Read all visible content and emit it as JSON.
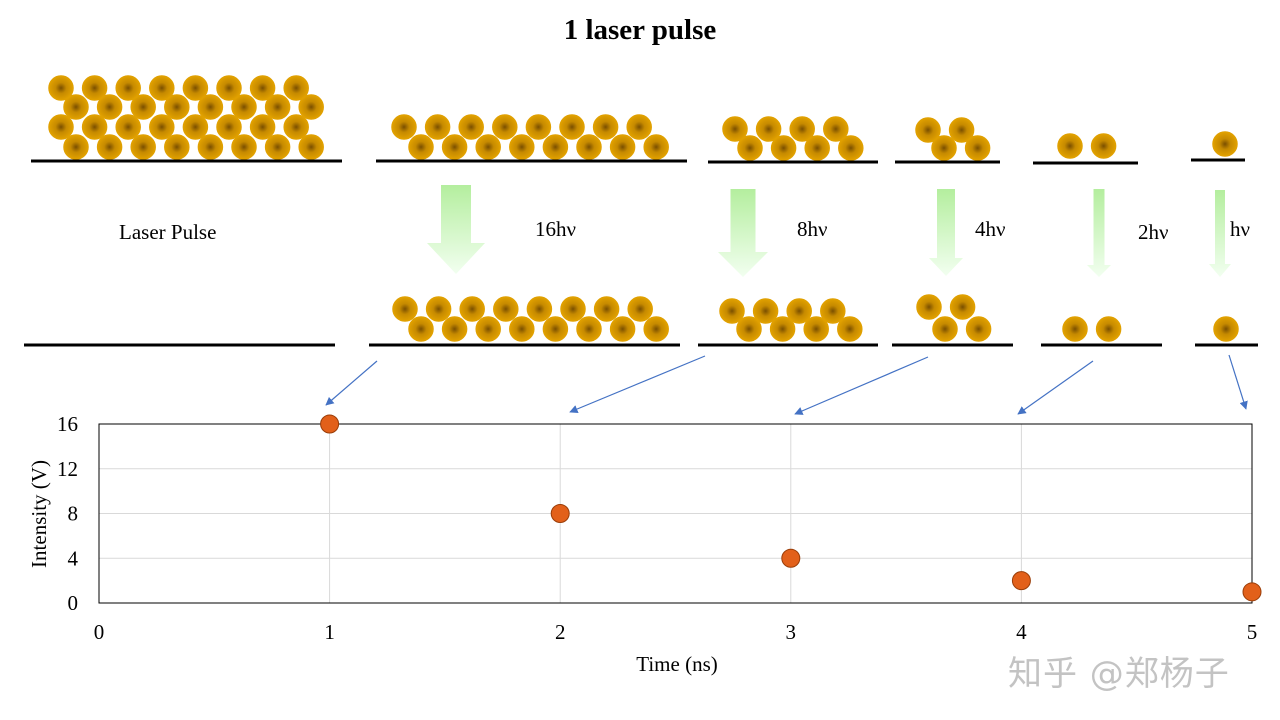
{
  "title": "1 laser pulse",
  "labels": {
    "laser_pulse": "Laser Pulse",
    "photons": [
      "16hν",
      "8hν",
      "4hν",
      "2hν",
      "hν"
    ]
  },
  "watermark": "知乎 @郑杨子",
  "colors": {
    "particle_fill": "#E0A000",
    "particle_rim": "#C68A00",
    "particle_center": "#7A4F00",
    "arrow_start": "#B4EE9E",
    "arrow_end": "#F2FFF0",
    "marker": "#E2601A",
    "marker_edge": "#9A3D08",
    "pointer_line": "#4472C4"
  },
  "chart_data": {
    "type": "scatter",
    "title": "",
    "xlabel": "Time (ns)",
    "ylabel": "Intensity (V)",
    "xlim": [
      0,
      5
    ],
    "ylim": [
      0,
      16
    ],
    "x_ticks": [
      0,
      1,
      2,
      3,
      4,
      5
    ],
    "y_ticks": [
      0,
      4,
      8,
      12,
      16
    ],
    "grid": true,
    "series": [
      {
        "x": [
          1,
          2,
          3,
          4,
          5
        ],
        "y": [
          16,
          8,
          4,
          2,
          1
        ]
      }
    ]
  }
}
